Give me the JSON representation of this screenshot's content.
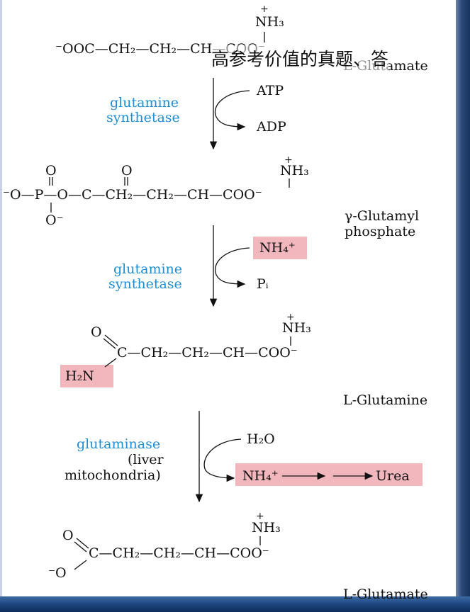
{
  "watermark": "高参考价值的真题、答",
  "structures": {
    "glutamate_top": {
      "chain": "⁻OOC—CH₂—CH₂—CH—COO⁻",
      "amino": "NH₃",
      "charge": "+",
      "name": "L-Glutamate"
    },
    "glutamyl_phosphate": {
      "chain": "⁻O—P—O—C—CH₂—CH₂—CH—COO⁻",
      "amino": "NH₃",
      "oxo_p": "O",
      "oxo_c": "O",
      "o_minus": "O⁻",
      "name_line1": "γ-Glutamyl",
      "name_line2": "phosphate"
    },
    "glutamine": {
      "chain": "C—CH₂—CH₂—CH—COO⁻",
      "amino": "NH₃",
      "oxo": "O",
      "amide": "H₂N",
      "name": "L-Glutamine"
    },
    "glutamate_bottom": {
      "chain": "C—CH₂—CH₂—CH—COO⁻",
      "amino": "NH₃",
      "oxo": "O",
      "o_minus": "⁻O",
      "name": "L-Glutamate"
    }
  },
  "steps": [
    {
      "enzyme_line1": "glutamine",
      "enzyme_line2": "synthetase",
      "in": "ATP",
      "out": "ADP"
    },
    {
      "enzyme_line1": "glutamine",
      "enzyme_line2": "synthetase",
      "in": "NH₄⁺",
      "out": "Pᵢ"
    },
    {
      "enzyme_line1": "glutaminase",
      "enzyme_line2": "(liver",
      "enzyme_line3": "mitochondria)",
      "in": "H₂O",
      "out": "NH₄⁺",
      "out_product": "Urea"
    }
  ],
  "colors": {
    "enzyme": "#1e8ed6",
    "highlight": "#f1b7bd",
    "slide_edge": "#17325e"
  }
}
